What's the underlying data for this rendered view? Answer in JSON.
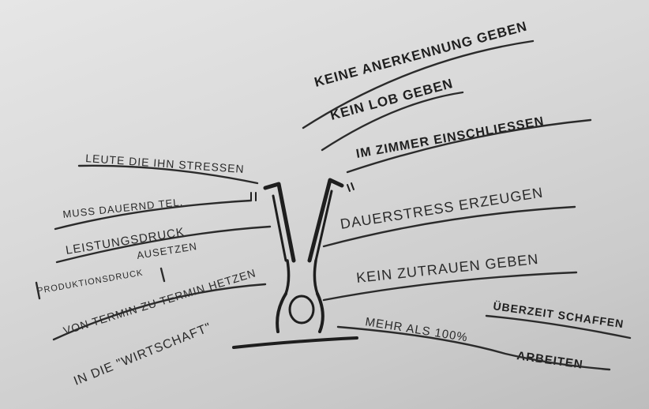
{
  "labels": {
    "keine_anerkennung": "KEINE ANERKENNUNG GEBEN",
    "kein_lob": "KEIN LOB GEBEN",
    "im_zimmer": "IM ZIMMER EINSCHLIESSEN",
    "leute_stressen": "LEUTE DIE IHN STRESSEN",
    "muss_dauernd": "MUSS DAUERND TEL.",
    "dauerstress": "DAUERSTRESS ERZEUGEN",
    "leistungsdruck": "LEISTUNGSDRUCK",
    "aussetzen": "AUSETZEN",
    "produktionsdruck": "PRODUKTIONSDRUCK",
    "kein_zutrauen": "KEIN ZUTRAUEN GEBEN",
    "von_termin": "VON TERMIN ZU TERMIN HETZEN",
    "ueberzeit": "ÜBERZEIT SCHAFFEN",
    "mehr_als": "MEHR ALS 100%",
    "arbeiten": "ARBEITEN",
    "in_die": "IN DIE \"WIRTSCHAFT\""
  },
  "colors": {
    "ink": "#1f1f1f",
    "board": "#dedede"
  }
}
